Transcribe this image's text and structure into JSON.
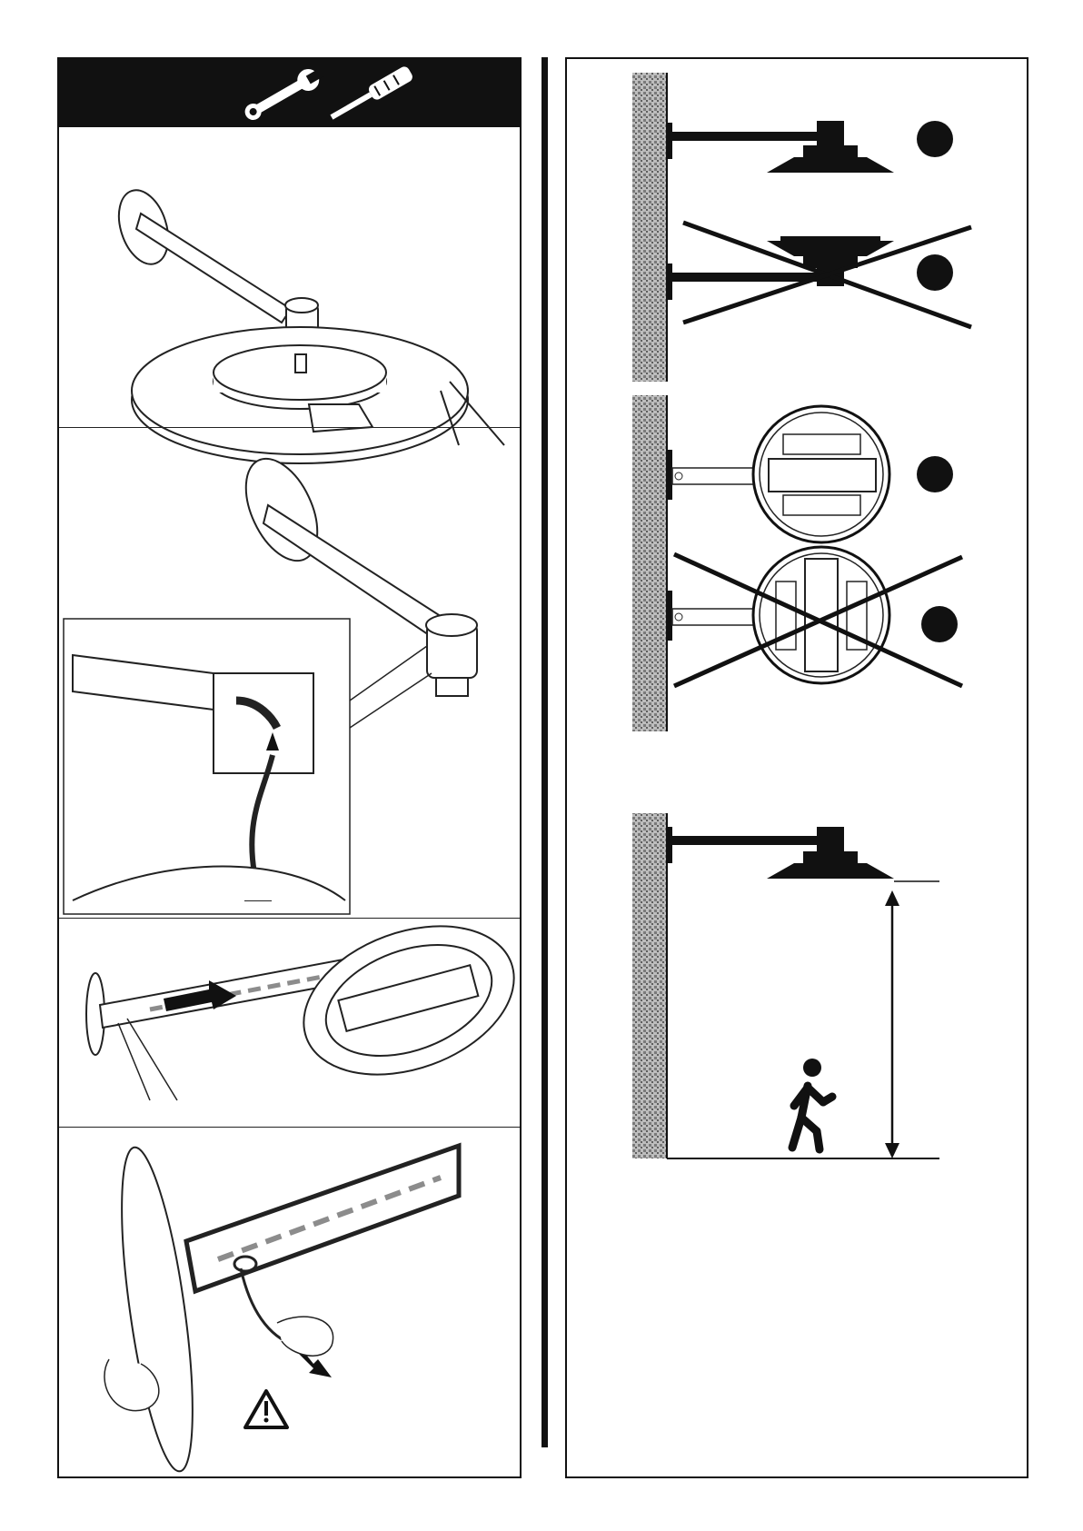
{
  "document": {
    "type": "installation-instructions-page",
    "tools_icons": [
      "wrench-icon",
      "screwdriver-icon"
    ],
    "warning_icon": "warning-triangle-icon",
    "mounting": {
      "correct_label": "",
      "incorrect_label": ""
    },
    "colors": {
      "ink": "#111111",
      "wall": "#9a9a9a",
      "dash": "#8c8c8c",
      "paper": "#ffffff"
    },
    "icons": [
      "pedestrian-icon",
      "height-dimension-arrow",
      "cross-mark",
      "indicator-dot"
    ]
  }
}
